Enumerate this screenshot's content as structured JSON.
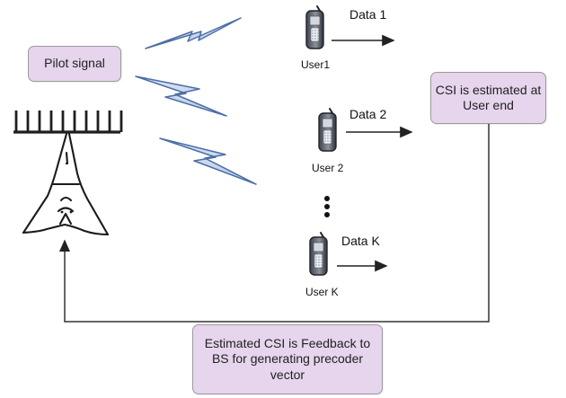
{
  "boxes": {
    "pilot": "Pilot signal",
    "csi": "CSI is estimated at\nUser end",
    "feedback": "Estimated CSI is Feedback to\nBS for generating precoder\nvector"
  },
  "data_labels": {
    "data1": "Data 1",
    "data2": "Data 2",
    "datak": "Data K"
  },
  "user_labels": {
    "user1": "User1",
    "user2": "User 2",
    "userk": "User K"
  },
  "colors": {
    "box_fill": "#e6d5ec",
    "box_border": "#9a9a9a",
    "signal_fill": "#c9d6ea",
    "signal_stroke": "#4b6ea6",
    "line": "#333333"
  },
  "icons": {
    "base_station": "base-station-tower-icon",
    "phone": "mobile-phone-icon",
    "signal": "lightning-signal-icon"
  }
}
